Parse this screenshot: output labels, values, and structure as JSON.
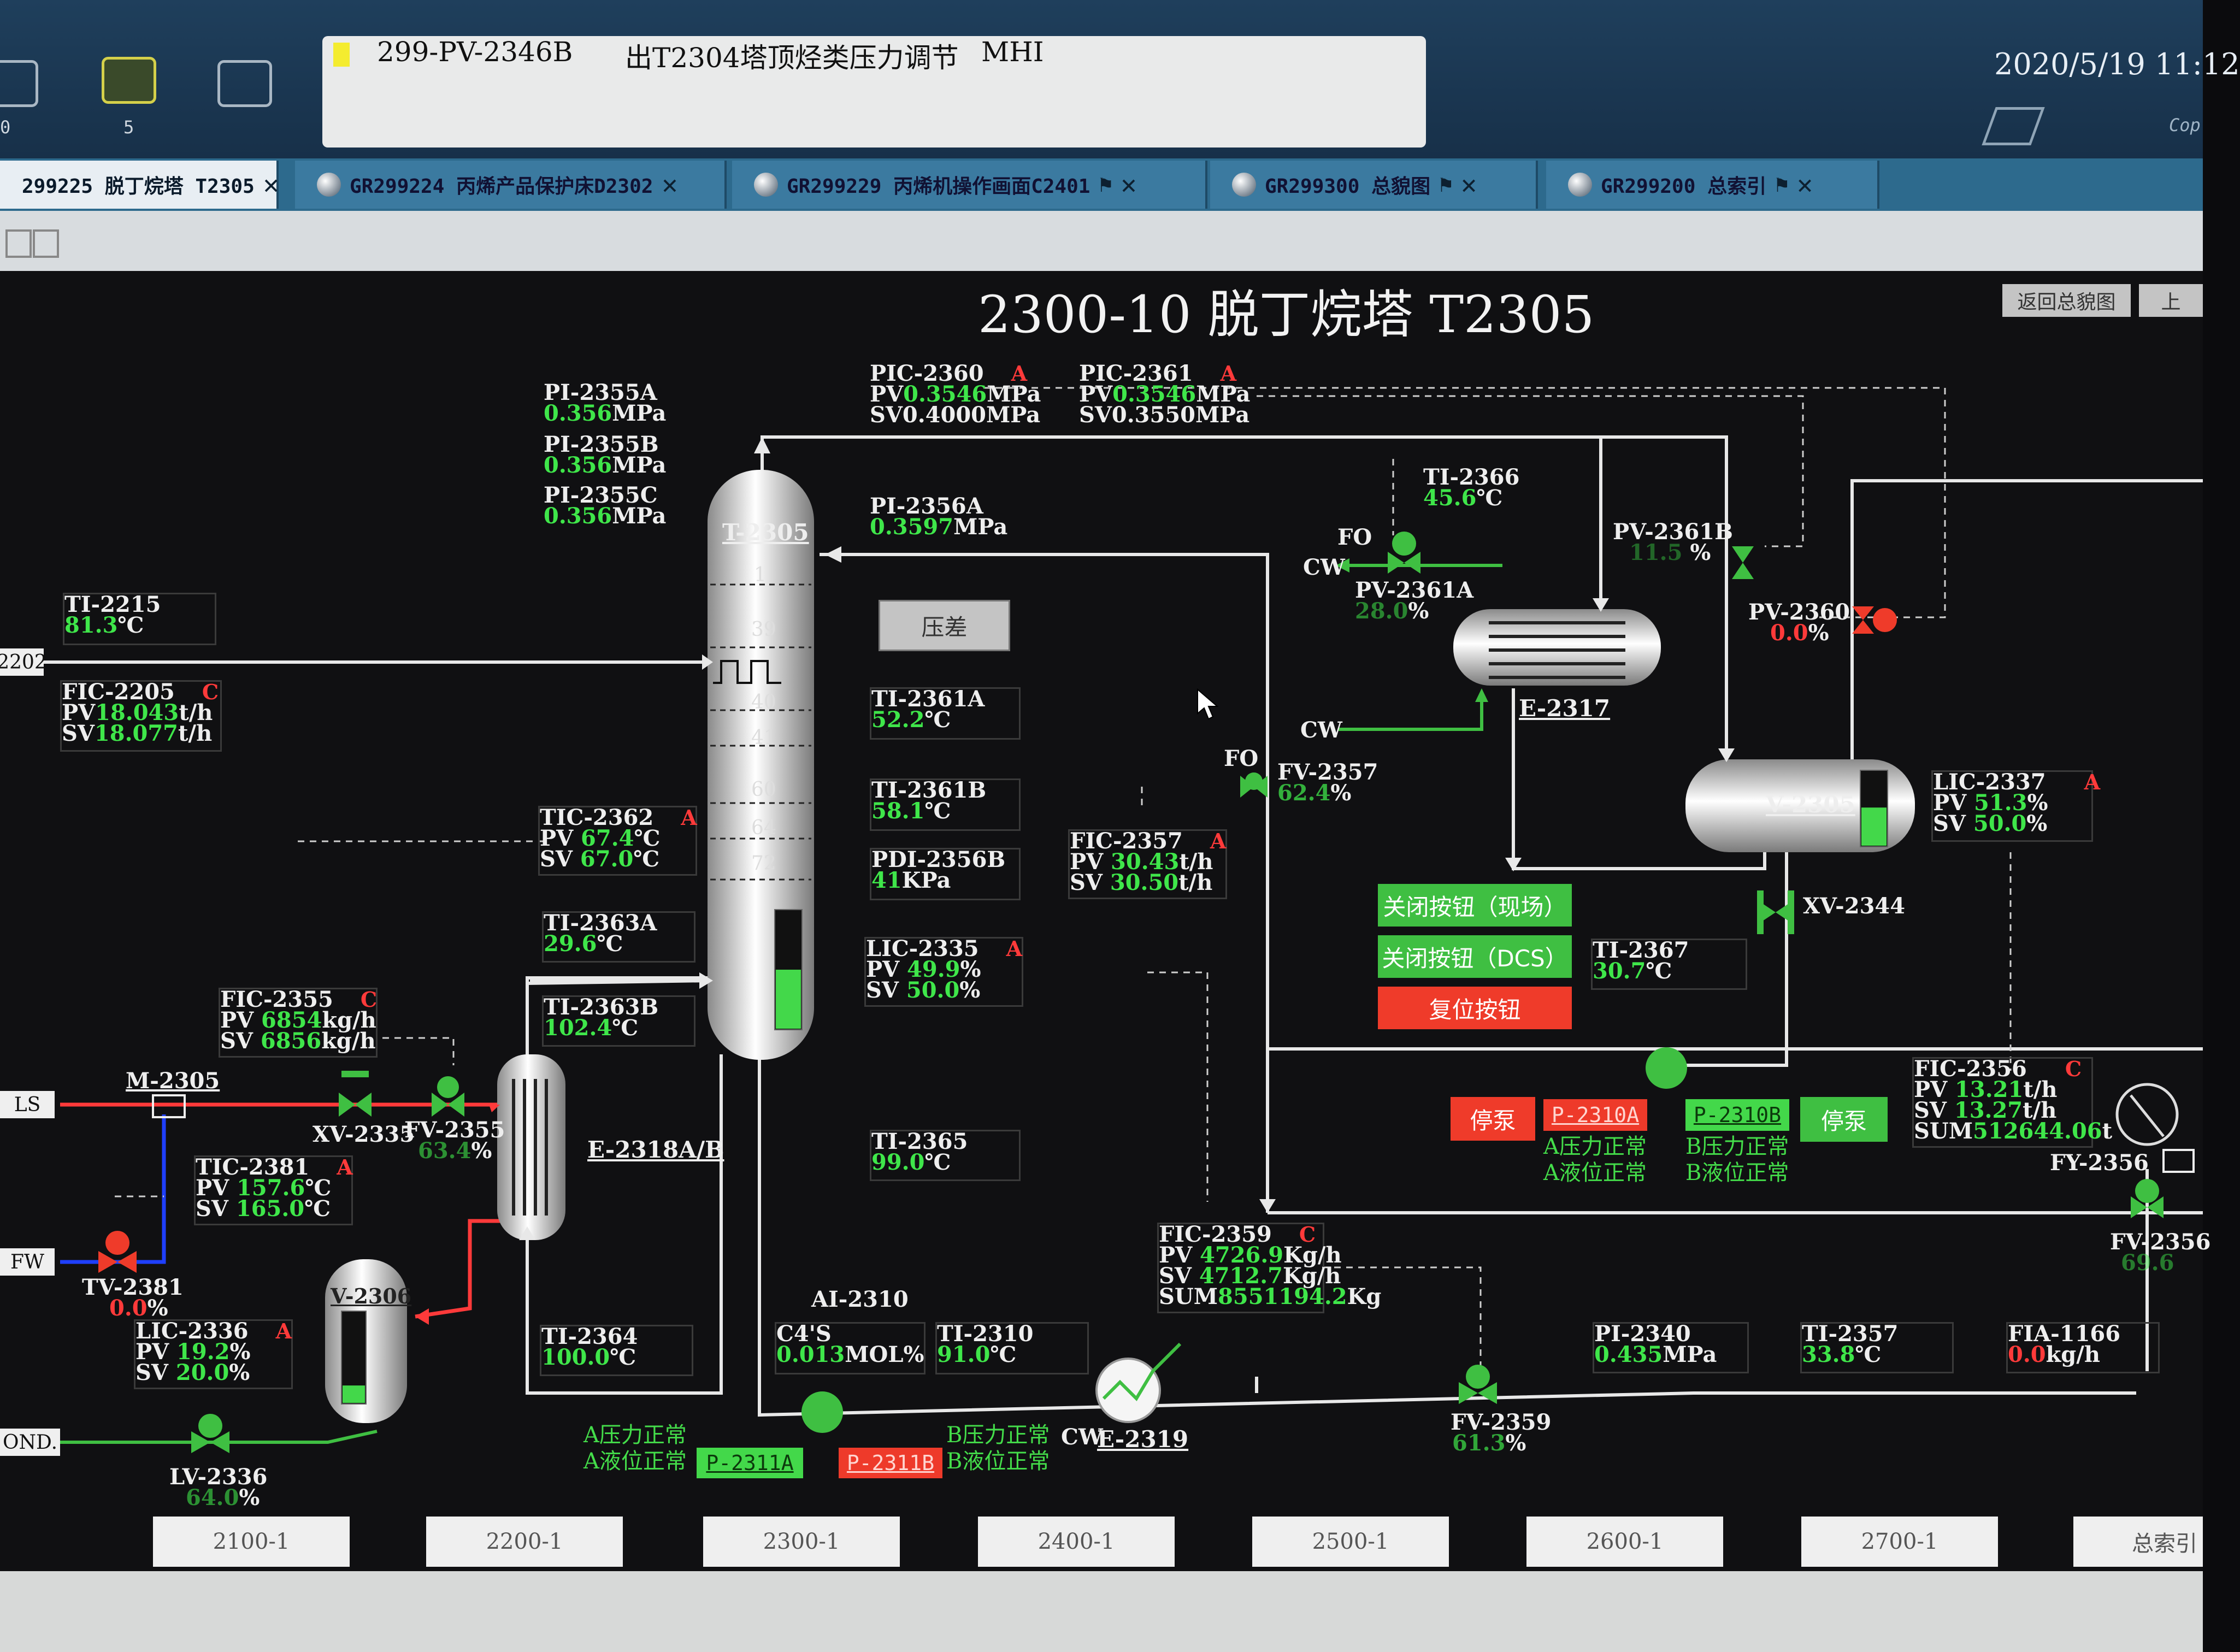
{
  "topbar": {
    "alarm_tag": "299-PV-2346B",
    "alarm_desc": "出T2304塔顶烃类压力调节",
    "alarm_code": "MHI",
    "datetime": "2020/5/19 11:12",
    "copy": "Cop",
    "icon_counts": [
      "0",
      "5"
    ]
  },
  "tabs": [
    {
      "label": "299225 脱丁烷塔 T2305",
      "active": true
    },
    {
      "label": "GR299224 丙烯产品保护床D2302"
    },
    {
      "label": "GR299229 丙烯机操作画面C2401"
    },
    {
      "label": "GR299300 总貌图"
    },
    {
      "label": "GR299200 总索引"
    }
  ],
  "screen": {
    "title": "2300-10 脱丁烷塔 T2305",
    "return_btn": "返回总貌图",
    "up_btn": "上",
    "diff_btn": "压差"
  },
  "column": {
    "name": "T-2305",
    "trays": [
      "1",
      "39",
      "40",
      "41",
      "60",
      "64",
      "72"
    ],
    "level_fraction": 0.5
  },
  "tags": {
    "pi2355a": {
      "name": "PI-2355A",
      "pv": "0.356",
      "unit": "MPa"
    },
    "pi2355b": {
      "name": "PI-2355B",
      "pv": "0.356",
      "unit": "MPa"
    },
    "pi2355c": {
      "name": "PI-2355C",
      "pv": "0.356",
      "unit": "MPa"
    },
    "pi2356a": {
      "name": "PI-2356A",
      "pv": "0.3597",
      "unit": "MPa"
    },
    "pic2360": {
      "name": "PIC-2360",
      "mode": "A",
      "pv": "0.3546",
      "sv": "0.4000",
      "unit": "MPa"
    },
    "pic2361": {
      "name": "PIC-2361",
      "mode": "A",
      "pv": "0.3546",
      "sv": "0.3550",
      "unit": "MPa"
    },
    "ti2215": {
      "name": "TI-2215",
      "pv": "81.3",
      "unit": "℃"
    },
    "fic2205": {
      "name": "FIC-2205",
      "mode": "C",
      "pv": "18.043",
      "sv": "18.077",
      "unit": "t/h"
    },
    "ti2361a": {
      "name": "TI-2361A",
      "pv": "52.2",
      "unit": "℃"
    },
    "ti2361b": {
      "name": "TI-2361B",
      "pv": "58.1",
      "unit": "℃"
    },
    "pdi2356b": {
      "name": "PDI-2356B",
      "pv": "41",
      "unit": "KPa"
    },
    "tic2362": {
      "name": "TIC-2362",
      "mode": "A",
      "pv": "67.4",
      "sv": "67.0",
      "unit": "℃"
    },
    "ti2363a": {
      "name": "TI-2363A",
      "pv": "29.6",
      "unit": "℃"
    },
    "ti2363b": {
      "name": "TI-2363B",
      "pv": "102.4",
      "unit": "℃"
    },
    "lic2335": {
      "name": "LIC-2335",
      "mode": "A",
      "pv": "49.9",
      "sv": "50.0",
      "unit": "%"
    },
    "fic2355": {
      "name": "FIC-2355",
      "mode": "C",
      "pv": "6854",
      "sv": "6856",
      "unit": "kg/h"
    },
    "tic2381": {
      "name": "TIC-2381",
      "mode": "A",
      "pv": "157.6",
      "sv": "165.0",
      "unit": "℃"
    },
    "lic2336": {
      "name": "LIC-2336",
      "mode": "A",
      "pv": "19.2",
      "sv": "20.0",
      "unit": "%"
    },
    "ti2365": {
      "name": "TI-2365",
      "pv": "99.0",
      "unit": "℃"
    },
    "ti2364": {
      "name": "TI-2364",
      "pv": "100.0",
      "unit": "℃"
    },
    "ai2310": {
      "name": "AI-2310",
      "label": "C4'S",
      "pv": "0.013",
      "unit": "MOL%"
    },
    "ti2310": {
      "name": "TI-2310",
      "pv": "91.0",
      "unit": "℃"
    },
    "ti2366": {
      "name": "TI-2366",
      "pv": "45.6",
      "unit": "℃"
    },
    "fic2357": {
      "name": "FIC-2357",
      "mode": "A",
      "pv": "30.43",
      "sv": "30.50",
      "unit": "t/h"
    },
    "lic2337": {
      "name": "LIC-2337",
      "mode": "A",
      "pv": "51.3",
      "sv": "50.0",
      "unit": "%"
    },
    "ti2367": {
      "name": "TI-2367",
      "pv": "30.7",
      "unit": "℃"
    },
    "fic2356": {
      "name": "FIC-2356",
      "mode": "C",
      "pv": "13.21",
      "sv": "13.27",
      "sum": "512644.06",
      "unit": "t/h",
      "sum_unit": "t"
    },
    "fic2359": {
      "name": "FIC-2359",
      "mode": "C",
      "pv": "4726.9",
      "sv": "4712.7",
      "sum": "8551194.2",
      "unit": "Kg/h",
      "sum_unit": "Kg"
    },
    "pi2340": {
      "name": "PI-2340",
      "pv": "0.435",
      "unit": "MPa"
    },
    "ti2357": {
      "name": "TI-2357",
      "pv": "33.8",
      "unit": "℃"
    },
    "fia1166": {
      "name": "FIA-1166",
      "pv": "0.0",
      "unit": "kg/h"
    }
  },
  "valves": {
    "pv2361a": {
      "name": "PV-2361A",
      "pos": "28.0",
      "fo": "FO",
      "cw": "CW"
    },
    "pv2361b": {
      "name": "PV-2361B",
      "pos": "11.5"
    },
    "pv2360": {
      "name": "PV-2360",
      "pos": "0.0"
    },
    "fv2357": {
      "name": "FV-2357",
      "pos": "62.4",
      "fo": "FO"
    },
    "xv2344": {
      "name": "XV-2344"
    },
    "xv2335": {
      "name": "XV-2335"
    },
    "fv2355": {
      "name": "FV-2355",
      "pos": "63.4"
    },
    "tv2381": {
      "name": "TV-2381",
      "pos": "0.0"
    },
    "lv2336": {
      "name": "LV-2336",
      "pos": "64.0"
    },
    "fv2359": {
      "name": "FV-2359",
      "pos": "61.3"
    },
    "fv2356": {
      "name": "FV-2356",
      "pos": "69.6"
    },
    "fy2356": {
      "name": "FY-2356"
    },
    "m2305": {
      "name": "M-2305"
    }
  },
  "equipment": {
    "e2317": "E-2317",
    "v2305": "V-2305",
    "e2318": "E-2318A/B",
    "v2306": "V-2306",
    "e2319": "E-2319",
    "cw_labels": [
      "CW",
      "CW",
      "CW"
    ]
  },
  "line_tags": {
    "feed": "2202",
    "ls": "LS",
    "fw": "FW",
    "cond": "OND."
  },
  "buttons": {
    "close_field": "关闭按钮（现场）",
    "close_dcs": "关闭按钮（DCS）",
    "reset": "复位按钮",
    "stop_a": "停泵",
    "stop_b": "停泵",
    "p2310a": "P-2310A",
    "p2310b": "P-2310B",
    "p2311a": "P-2311A",
    "p2311b": "P-2311B"
  },
  "pump_status": {
    "a_pressure": "A压力正常",
    "a_level": "A液位正常",
    "b_pressure": "B压力正常",
    "b_level": "B液位正常"
  },
  "nav": [
    "2100-1",
    "2200-1",
    "2300-1",
    "2400-1",
    "2500-1",
    "2600-1",
    "2700-1",
    "总索引"
  ],
  "colors": {
    "pv_green": "#3fe64a",
    "alarm_red": "#ef3b2a",
    "running_green": "#3fbf42"
  }
}
